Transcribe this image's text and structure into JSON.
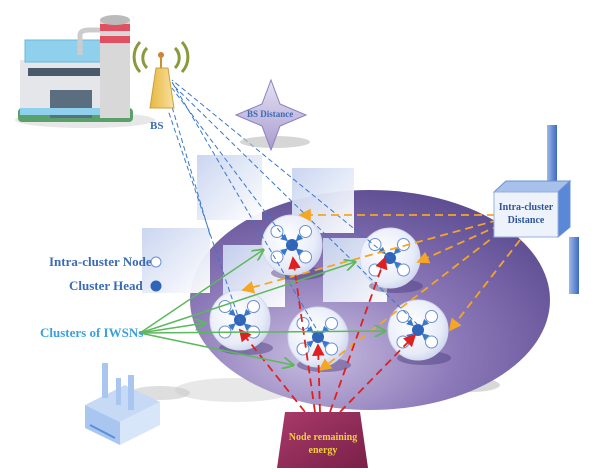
{
  "labels": {
    "bs": "BS",
    "bs_distance": "BS Distance",
    "intra_cluster_distance_line1": "Intra-cluster",
    "intra_cluster_distance_line2": "Distance",
    "legend_intra_cluster_node": "Intra-cluster Node",
    "legend_cluster_head": "Cluster Head",
    "clusters_of_iwsns": "Clusters of IWSNs",
    "node_remaining_energy_line1": "Node remaining",
    "node_remaining_energy_line2": "energy"
  },
  "colors": {
    "region_purple": "#6b5a9c",
    "cluster_head_blue": "#2f64b8",
    "bs_link_blue": "#3a78c8",
    "intra_link_orange": "#f5a623",
    "energy_link_red": "#e02020",
    "cluster_link_green": "#5cb85c",
    "energy_box": "#8e2a5a"
  },
  "clusters": [
    {
      "name": "cluster-1"
    },
    {
      "name": "cluster-2"
    },
    {
      "name": "cluster-3"
    },
    {
      "name": "cluster-4"
    },
    {
      "name": "cluster-5"
    }
  ]
}
